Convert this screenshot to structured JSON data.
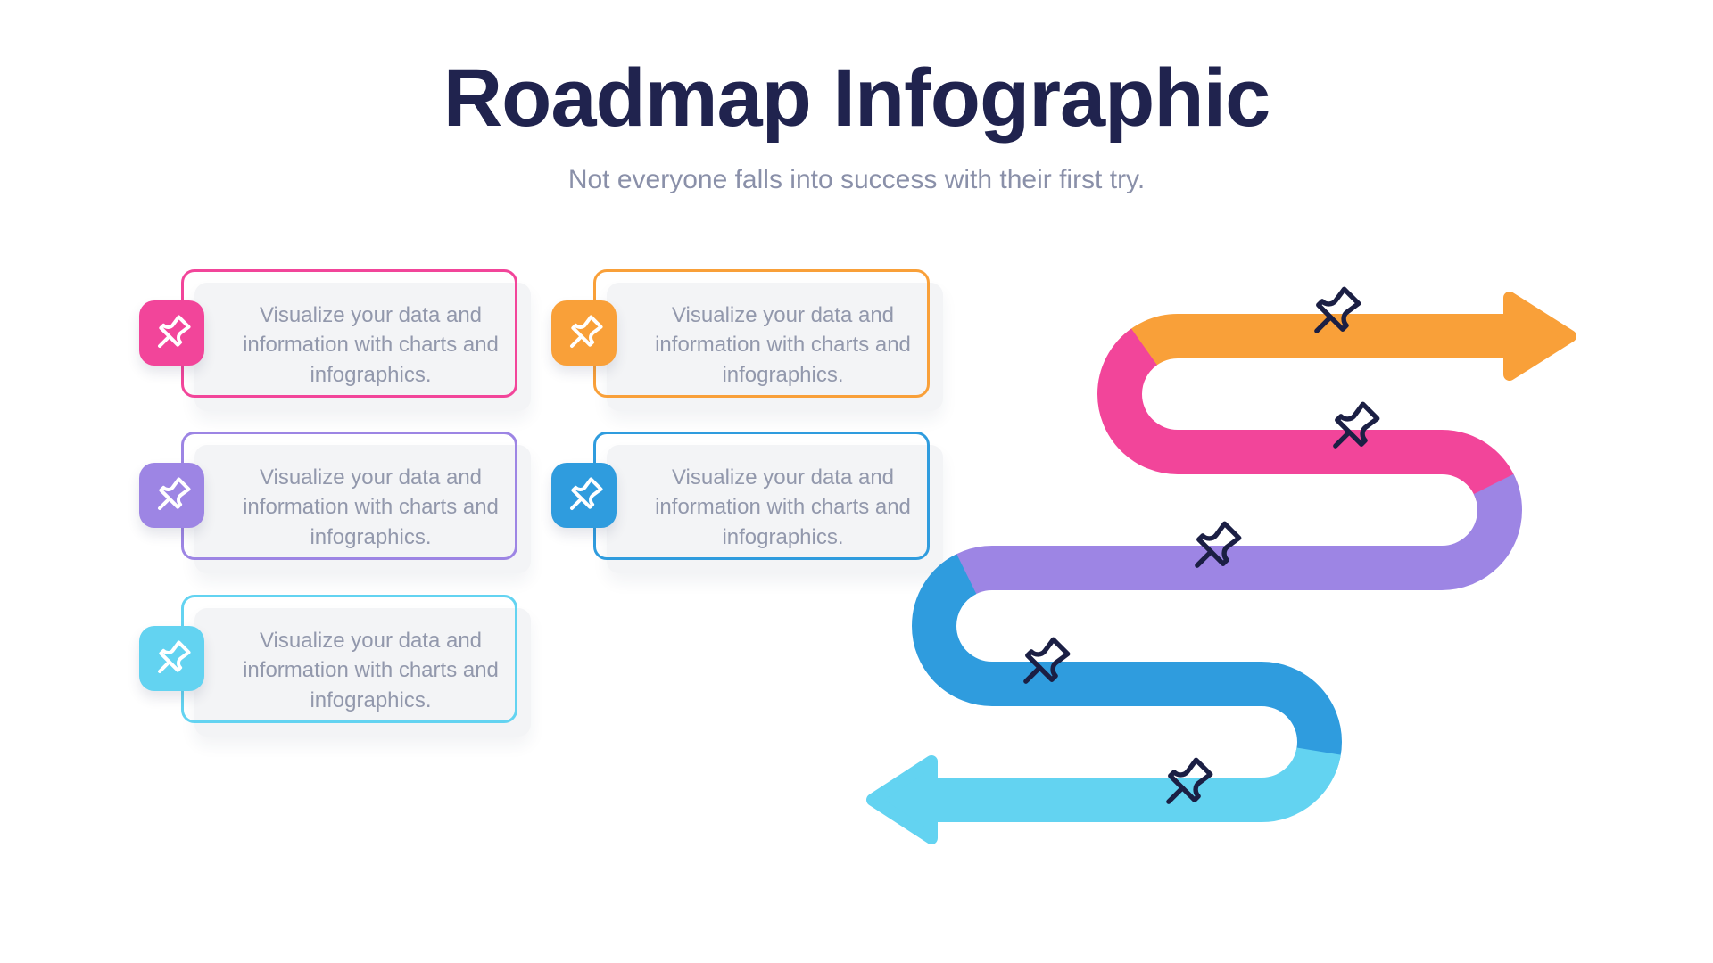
{
  "header": {
    "title": "Roadmap Infographic",
    "subtitle": "Not everyone falls into success with their first try."
  },
  "cards": [
    {
      "accent": "#F2459A",
      "icon": "pushpin-icon",
      "text": "Visualize your data and information with charts and infographics."
    },
    {
      "accent": "#F9A039",
      "icon": "pushpin-icon",
      "text": "Visualize your data and information with charts and infographics."
    },
    {
      "accent": "#9D85E4",
      "icon": "pushpin-icon",
      "text": "Visualize your data and information with charts and infographics."
    },
    {
      "accent": "#2F9CDE",
      "icon": "pushpin-icon",
      "text": "Visualize your data and information with charts and infographics."
    },
    {
      "accent": "#63D3F1",
      "icon": "pushpin-icon",
      "text": "Visualize your data and information with charts and infographics."
    }
  ],
  "roadmap": {
    "stages": [
      {
        "name": "stage-1",
        "color": "#F9A039"
      },
      {
        "name": "stage-2",
        "color": "#F2459A"
      },
      {
        "name": "stage-3",
        "color": "#9D85E4"
      },
      {
        "name": "stage-4",
        "color": "#2F9CDE"
      },
      {
        "name": "stage-5",
        "color": "#63D3F1"
      }
    ],
    "pin_color": "#1B1F44",
    "pin_count": 5
  },
  "colors": {
    "title_navy": "#20234e",
    "subtitle_gray": "#8a90a9",
    "card_text_gray": "#9298ac",
    "card_fill_gray": "#f3f4f6",
    "background": "#ffffff"
  }
}
